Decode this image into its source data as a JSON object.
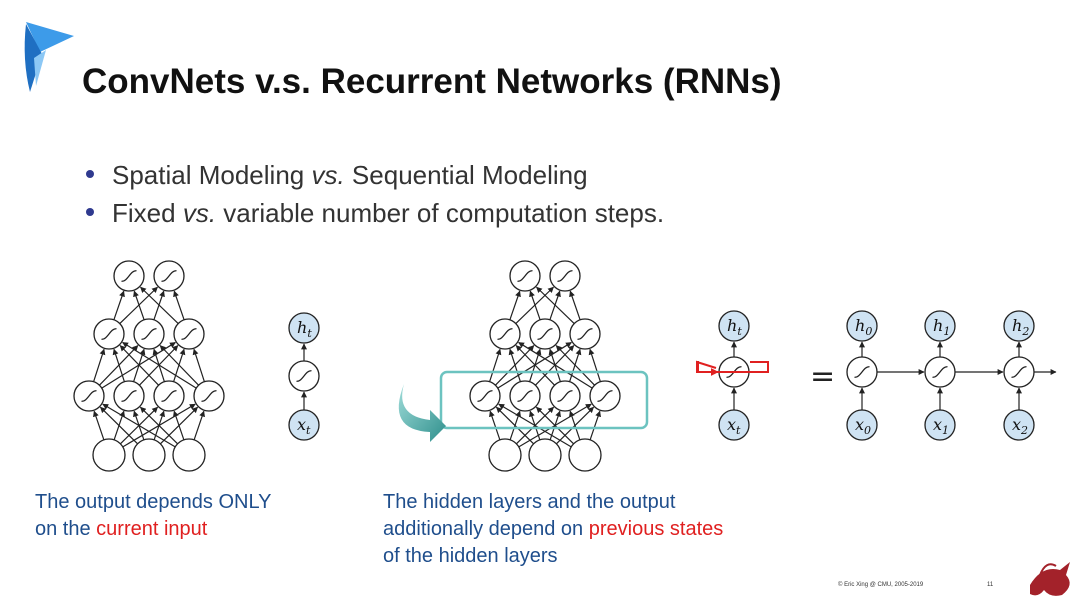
{
  "slide": {
    "title": "ConvNets v.s. Recurrent Networks (RNNs)",
    "bullets": [
      {
        "pre": "Spatial Modeling ",
        "em": "vs.",
        "post": " Sequential Modeling"
      },
      {
        "pre": "Fixed ",
        "em": "vs.",
        "post": " variable number of computation steps."
      }
    ],
    "caption_left": {
      "line1": "The output depends ONLY",
      "line2_pre": "on the ",
      "line2_red": "current input"
    },
    "caption_right": {
      "line1": "The hidden layers and the output",
      "line2_pre": "additionally depend on ",
      "line2_red": "previous states",
      "line3": "of the hidden layers"
    },
    "footer": "© Eric Xing @ CMU, 2005-2019",
    "page_number": "11"
  },
  "math_labels": {
    "h": "h",
    "x": "x",
    "sub_t": "t",
    "sub_0": "0",
    "sub_1": "1",
    "sub_2": "2",
    "equals": "="
  },
  "colors": {
    "title": "#111111",
    "caption_blue": "#1f4e8c",
    "highlight_red": "#e02020",
    "recurrent_box": "#6cc3c0",
    "recurrent_arrow": "#2f8f8c",
    "node_blue_fill": "#cfe3f3",
    "logo_blue": "#2b86d6",
    "logo_red": "#a3222a"
  },
  "icons": {
    "logo": "blue-sail-logo-icon",
    "mascot": "red-dragon-icon",
    "activation": "sigmoid-icon"
  }
}
